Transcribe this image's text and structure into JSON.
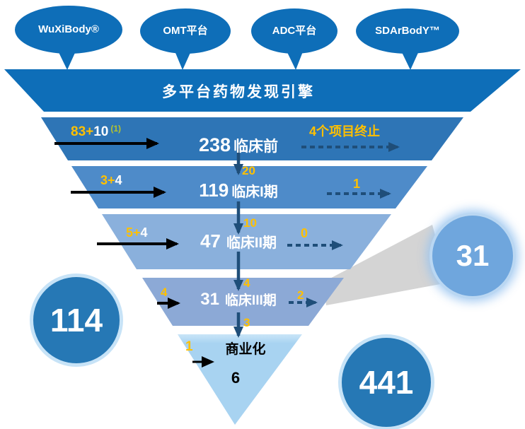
{
  "title": "多平台药物发现引擎",
  "platform_bubbles": [
    {
      "label": "WuXiBody®"
    },
    {
      "label": "OMT平台"
    },
    {
      "label": "ADC平台"
    },
    {
      "label": "SDArBodY™"
    }
  ],
  "banner": {
    "title": "多平台药物发现引擎"
  },
  "funnel_stages": [
    {
      "count": "238",
      "label": "临床前",
      "inflow": {
        "yellow": "83+",
        "white": "10",
        "note": "(1)"
      },
      "outflow": "4个项目终止"
    },
    {
      "count": "119",
      "label": "临床I期",
      "inflow": {
        "yellow": "3+",
        "white": "4"
      },
      "outflow": "1"
    },
    {
      "count": "47",
      "label": "临床II期",
      "inflow": {
        "yellow": "5+",
        "white": "4"
      },
      "outflow": "0"
    },
    {
      "count": "31",
      "label": "临床III期",
      "inflow": {
        "yellow": "4"
      },
      "outflow": "2"
    },
    {
      "count": "6",
      "label": "商业化",
      "inflow": {
        "yellow": "1"
      }
    }
  ],
  "stage_transitions": [
    {
      "value": "20"
    },
    {
      "value": "10"
    },
    {
      "value": "4"
    },
    {
      "value": "3"
    }
  ],
  "summary_circles": [
    {
      "value": "114",
      "position": "left"
    },
    {
      "value": "31",
      "position": "right"
    },
    {
      "value": "441",
      "position": "bottom-right"
    }
  ],
  "colors": {
    "primary_blue": "#0E6EB8",
    "stage1_fill": "#2E75B6",
    "stage2_fill": "#4E8BC9",
    "stage3_fill": "#8AB0DC",
    "stage4_fill": "#8CA9D6",
    "stage5_fill": "#A8D3F1",
    "accent_yellow": "#FFC000",
    "footnote_yellow_green": "#B6C32E",
    "arrow_navy": "#1F4E79",
    "arrow_black": "#000000",
    "circle_dark_fill": "#2678B5",
    "circle_light_fill": "#6FA6DD",
    "callout_gray": "#D4D4D4"
  }
}
